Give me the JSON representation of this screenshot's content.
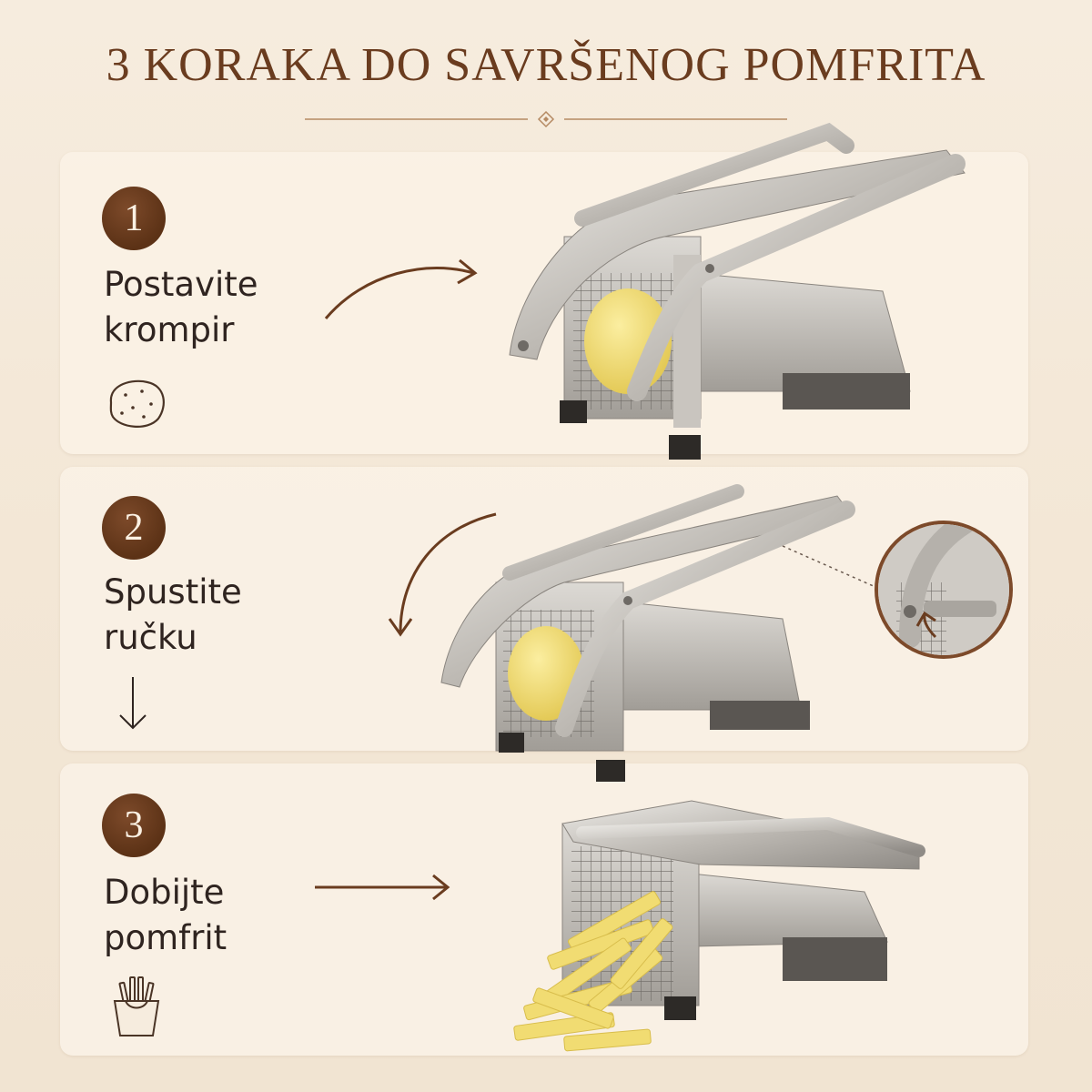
{
  "title": "3 KORAKA DO SAVRŠENOG POMFRITA",
  "steps": [
    {
      "number": "1",
      "label_line1": "Postavite",
      "label_line2": "krompir",
      "icon": "potato-icon"
    },
    {
      "number": "2",
      "label_line1": "Spustite",
      "label_line2": "ručku",
      "icon": "down-arrow-icon"
    },
    {
      "number": "3",
      "label_line1": "Dobijte",
      "label_line2": "pomfrit",
      "icon": "fries-icon"
    }
  ],
  "colors": {
    "accent": "#5c3216",
    "background": "#f4e9d9",
    "text": "#2f2420",
    "potato": "#f1dc72"
  }
}
